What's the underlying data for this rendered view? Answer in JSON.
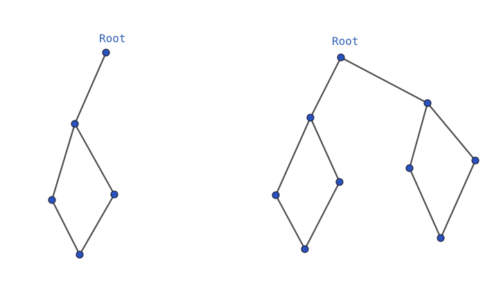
{
  "colors": {
    "node_fill": "#2a52be",
    "node_stroke": "#1a1a2e",
    "edge": "#4d4d4d",
    "label": "#2f5fb3",
    "background": "#ffffff"
  },
  "graphs": [
    {
      "root_label": "Root",
      "node_count": 5,
      "edges": [
        [
          0,
          1
        ],
        [
          1,
          2
        ],
        [
          1,
          3
        ],
        [
          2,
          4
        ],
        [
          3,
          4
        ]
      ]
    },
    {
      "root_label": "Root",
      "node_count": 9,
      "edges": [
        [
          0,
          1
        ],
        [
          0,
          2
        ],
        [
          1,
          3
        ],
        [
          1,
          4
        ],
        [
          3,
          5
        ],
        [
          4,
          5
        ],
        [
          2,
          6
        ],
        [
          2,
          7
        ],
        [
          6,
          8
        ],
        [
          7,
          8
        ]
      ]
    }
  ]
}
